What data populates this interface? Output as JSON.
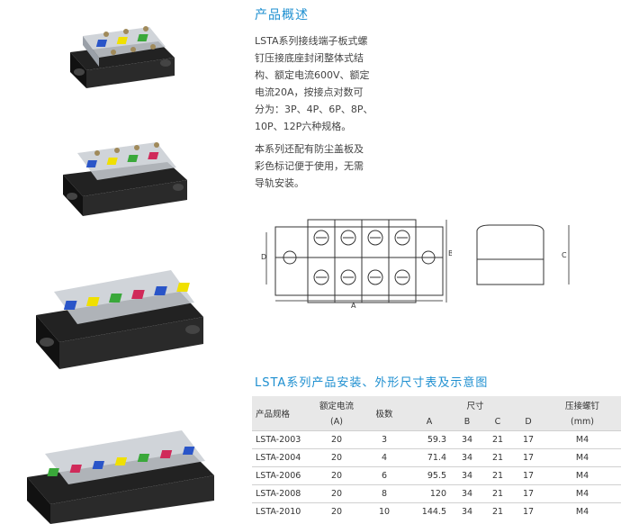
{
  "section1": {
    "title": "产品概述",
    "paragraph1": [
      "LSTA系列接线端子板式螺",
      "钉压接底座封闭整体式结",
      "构、额定电流600V、额定",
      "电流20A，按接点对数可",
      "分为：3P、4P、6P、8P、",
      "10P、12P六种规格。"
    ],
    "paragraph2": [
      "本系列还配有防尘盖板及",
      "彩色标记便于使用，无需",
      "导轨安装。"
    ]
  },
  "diagram": {
    "label_d": "D",
    "label_b": "B",
    "label_a": "A",
    "label_c": "C"
  },
  "section2": {
    "title": "LSTA系列产品安装、外形尺寸表及示意图"
  },
  "table": {
    "headers": {
      "model": "产品规格",
      "current": "额定电流",
      "current_unit": "(A)",
      "poles": "极数",
      "dims": "尺寸",
      "a": "A",
      "b": "B",
      "c": "C",
      "d": "D",
      "screw": "压接螺钉",
      "screw_unit": "(mm)"
    },
    "rows": [
      {
        "model": "LSTA-2003",
        "current": "20",
        "poles": "3",
        "a": "59.3",
        "b": "34",
        "c": "21",
        "d": "17",
        "screw": "M4"
      },
      {
        "model": "LSTA-2004",
        "current": "20",
        "poles": "4",
        "a": "71.4",
        "b": "34",
        "c": "21",
        "d": "17",
        "screw": "M4"
      },
      {
        "model": "LSTA-2006",
        "current": "20",
        "poles": "6",
        "a": "95.5",
        "b": "34",
        "c": "21",
        "d": "17",
        "screw": "M4"
      },
      {
        "model": "LSTA-2008",
        "current": "20",
        "poles": "8",
        "a": "120",
        "b": "34",
        "c": "21",
        "d": "17",
        "screw": "M4"
      },
      {
        "model": "LSTA-2010",
        "current": "20",
        "poles": "10",
        "a": "144.5",
        "b": "34",
        "c": "21",
        "d": "17",
        "screw": "M4"
      }
    ]
  },
  "colors": {
    "accent": "#1e8fd0",
    "body_black": "#1c1c1c",
    "marker_blue": "#2a55c8",
    "marker_yellow": "#f0e000",
    "marker_green": "#3aa83a",
    "marker_red": "#d02a5a"
  }
}
